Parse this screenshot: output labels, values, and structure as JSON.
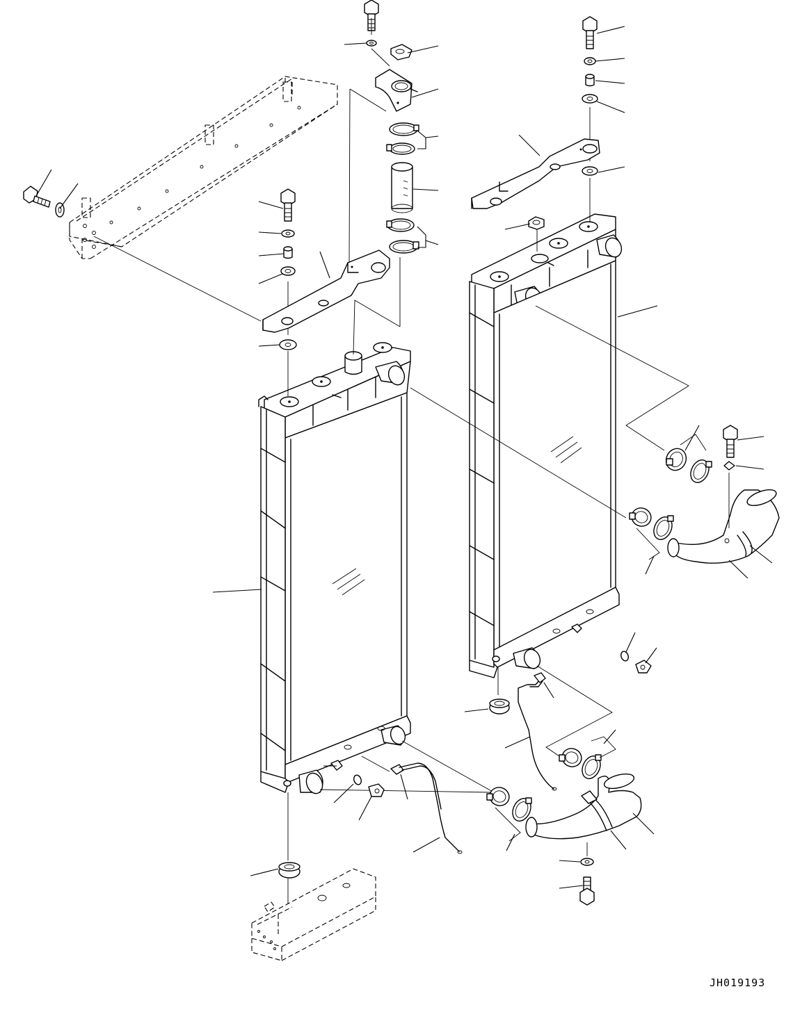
{
  "drawing": {
    "id_label": "JH019193",
    "type": "exploded parts diagram",
    "assemblies": [
      "left-radiator-core",
      "right-radiator-core",
      "upper-support-brackets",
      "connecting-hoses",
      "frame-member",
      "lower-mount",
      "sensor-harnesses"
    ],
    "callout_numbers_visible": false
  }
}
